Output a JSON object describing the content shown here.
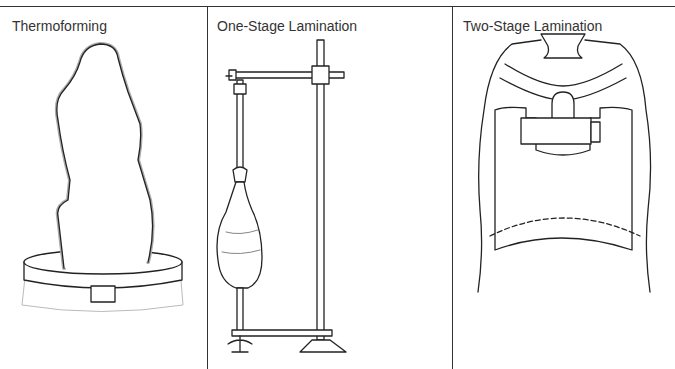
{
  "diagram": {
    "labels": [
      "Thermoforming",
      "One-Stage Lamination",
      "Two-Stage Lamination"
    ]
  }
}
